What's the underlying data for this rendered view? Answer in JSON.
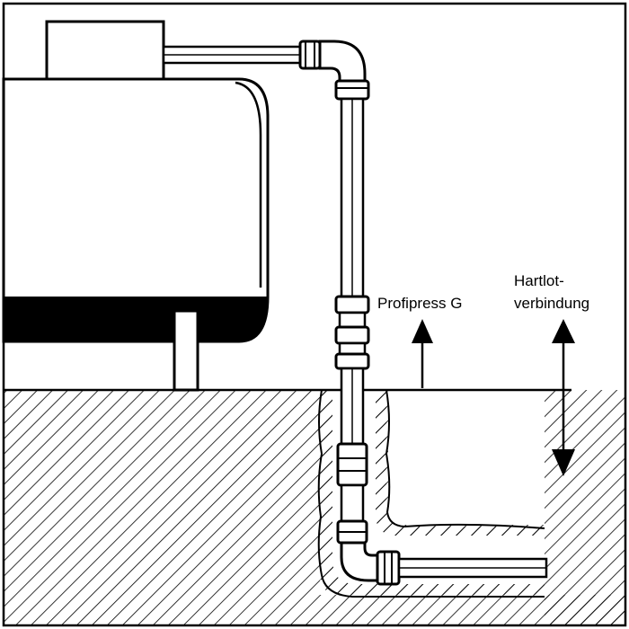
{
  "labels": {
    "profipress": "Profipress G",
    "hartlot_line1": "Hartlot-",
    "hartlot_line2": "verbindung"
  },
  "colors": {
    "ink": "#000000",
    "paper": "#ffffff"
  }
}
